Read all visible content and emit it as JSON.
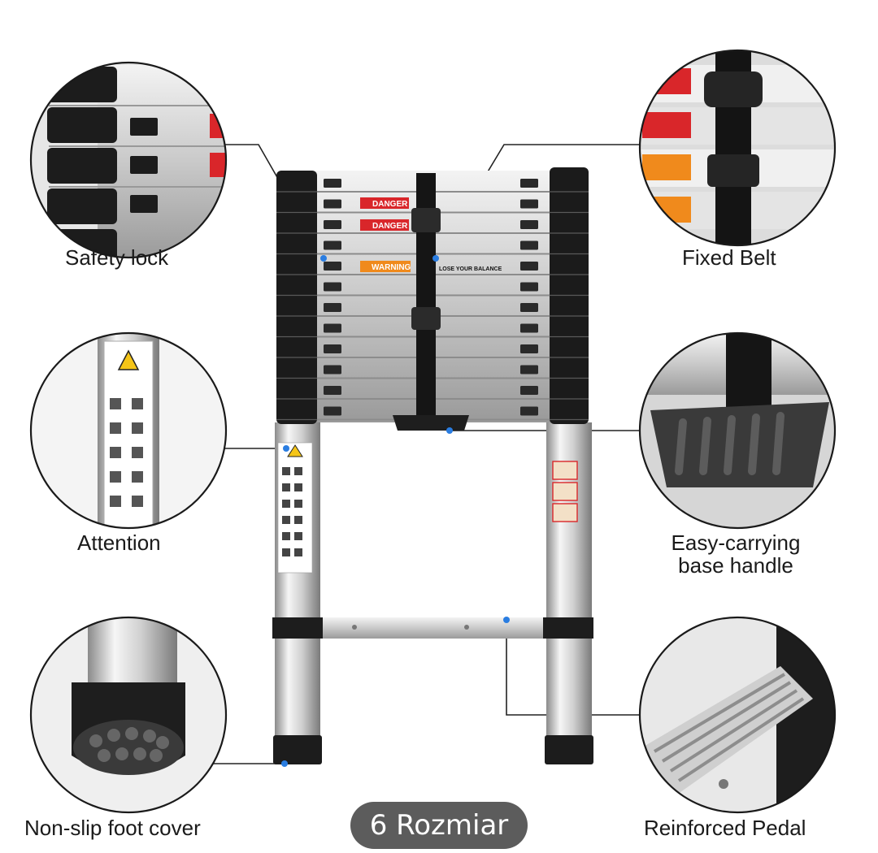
{
  "callouts": {
    "safety_lock": "Safety lock",
    "fixed_belt": "Fixed Belt",
    "attention": "Attention",
    "base_handle_line1": "Easy-carrying",
    "base_handle_line2": "base handle",
    "foot_cover": "Non-slip foot cover",
    "pedal": "Reinforced Pedal"
  },
  "badge": {
    "text": "6 Rozmiar"
  },
  "ladder_labels": {
    "danger_1": "DANGER",
    "danger_2": "DANGER",
    "warning": "WARNING",
    "balance_text": "LOSE YOUR BALANCE"
  },
  "colors": {
    "accent_dot": "#2a7de1",
    "label_orange": "#f08a1c",
    "label_red": "#d9262a",
    "badge_bg": "#5c5c5c"
  }
}
